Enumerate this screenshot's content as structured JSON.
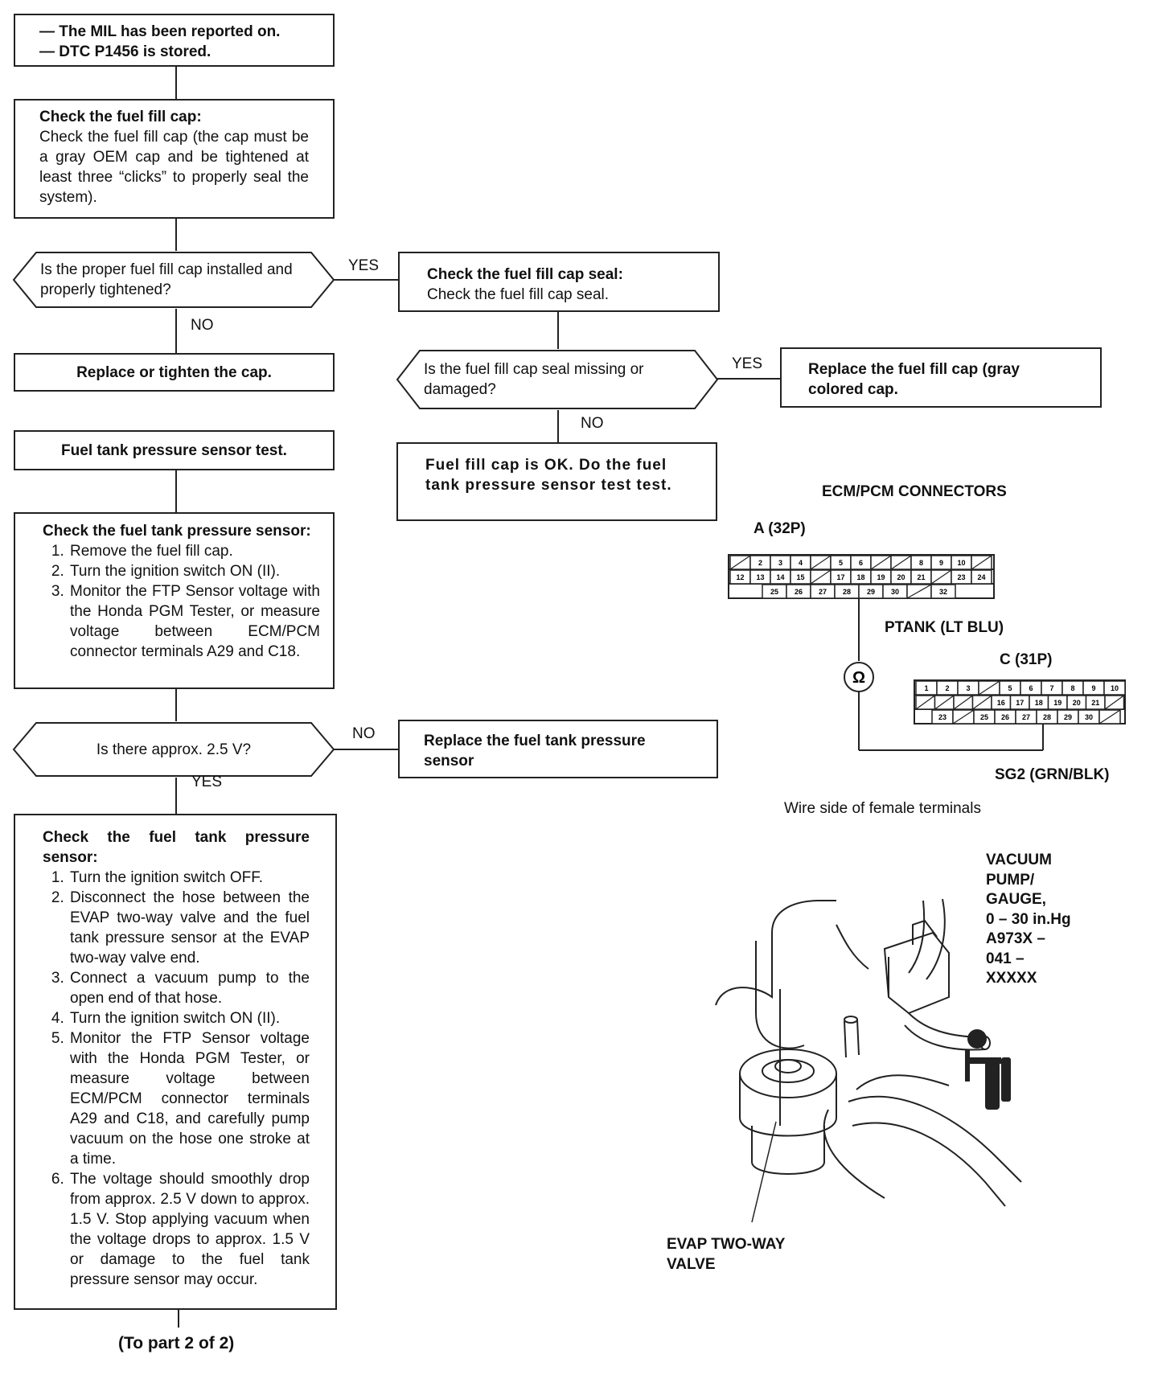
{
  "flow": {
    "start": {
      "line1": "— The MIL has been reported on.",
      "line2": "— DTC P1456 is stored."
    },
    "check_cap": {
      "title": "Check the fuel fill cap:",
      "text": "Check the fuel fill cap (the cap must be a gray OEM cap and be tightened at least three “clicks” to properly seal the system)."
    },
    "q_cap": {
      "text": "Is the proper fuel fill cap installed and properly tightened?"
    },
    "q_cap_yes": "YES",
    "q_cap_no": "NO",
    "replace_tighten": "Replace or tighten the cap.",
    "check_seal": {
      "title": "Check the fuel fill cap seal:",
      "text": "Check the fuel fill cap seal."
    },
    "q_seal": {
      "text": "Is the fuel fill cap seal missing or damaged?"
    },
    "q_seal_yes": "YES",
    "q_seal_no": "NO",
    "replace_cap": "Replace the fuel fill cap (gray colored cap.",
    "cap_ok": "Fuel fill cap is OK. Do the fuel tank pressure sensor test test.",
    "ftp_test": "Fuel tank pressure sensor test.",
    "check_sensor1": {
      "title": "Check the fuel tank pressure sensor:",
      "steps": [
        "Remove the fuel fill cap.",
        "Turn the ignition switch ON (II).",
        "Monitor the FTP Sensor voltage with the Honda PGM Tester, or measure voltage between ECM/PCM connector terminals A29 and C18."
      ]
    },
    "q_voltage": {
      "text": "Is there approx. 2.5 V?"
    },
    "q_voltage_no": "NO",
    "q_voltage_yes": "YES",
    "replace_sensor": "Replace the fuel tank pressure sensor",
    "check_sensor2": {
      "title": "Check the fuel tank pressure sensor:",
      "steps": [
        "Turn the ignition switch OFF.",
        "Disconnect the hose between the EVAP two-way valve and the fuel tank pressure sensor at the EVAP two-way valve end.",
        "Connect a vacuum pump to the open end of that hose.",
        "Turn the ignition switch ON (II).",
        "Monitor the FTP Sensor voltage with the Honda PGM Tester, or measure voltage between ECM/PCM connector terminals A29 and C18, and carefully pump vacuum on the hose one stroke at a time.",
        "The voltage should smoothly drop from approx. 2.5 V down to approx. 1.5 V. Stop applying vacuum when the voltage drops to approx. 1.5 V or damage to the fuel tank pressure sensor may occur."
      ]
    },
    "to_part2": "(To part 2 of 2)"
  },
  "connectors": {
    "title": "ECM/PCM CONNECTORS",
    "a_label": "A (32P)",
    "c_label": "C (31P)",
    "ptank": "PTANK (LT BLU)",
    "sg2": "SG2 (GRN/BLK)",
    "ohm": "Ω",
    "caption": "Wire side of female terminals",
    "a_row1": [
      "",
      "2",
      "3",
      "4",
      "",
      "5",
      "6",
      "",
      "",
      "8",
      "9",
      "10",
      ""
    ],
    "a_row2": [
      "12",
      "13",
      "14",
      "15",
      "",
      "17",
      "18",
      "19",
      "20",
      "21",
      "",
      "23",
      "24"
    ],
    "a_row3": [
      "25",
      "26",
      "27",
      "28",
      "29",
      "30",
      "",
      "32"
    ],
    "c_row1": [
      "1",
      "2",
      "3",
      "",
      "5",
      "6",
      "7",
      "8",
      "9",
      "10"
    ],
    "c_row2": [
      "",
      "",
      "",
      "",
      "16",
      "17",
      "18",
      "19",
      "20",
      "21",
      ""
    ],
    "c_row3": [
      "23",
      "",
      "25",
      "26",
      "27",
      "28",
      "29",
      "30",
      ""
    ]
  },
  "illustration": {
    "tool_label": [
      "VACUUM",
      "PUMP/",
      "GAUGE,",
      "0 – 30 in.Hg",
      "A973X –",
      "041 –",
      "XXXXX"
    ],
    "valve_label": [
      "EVAP TWO-WAY",
      "VALVE"
    ]
  }
}
